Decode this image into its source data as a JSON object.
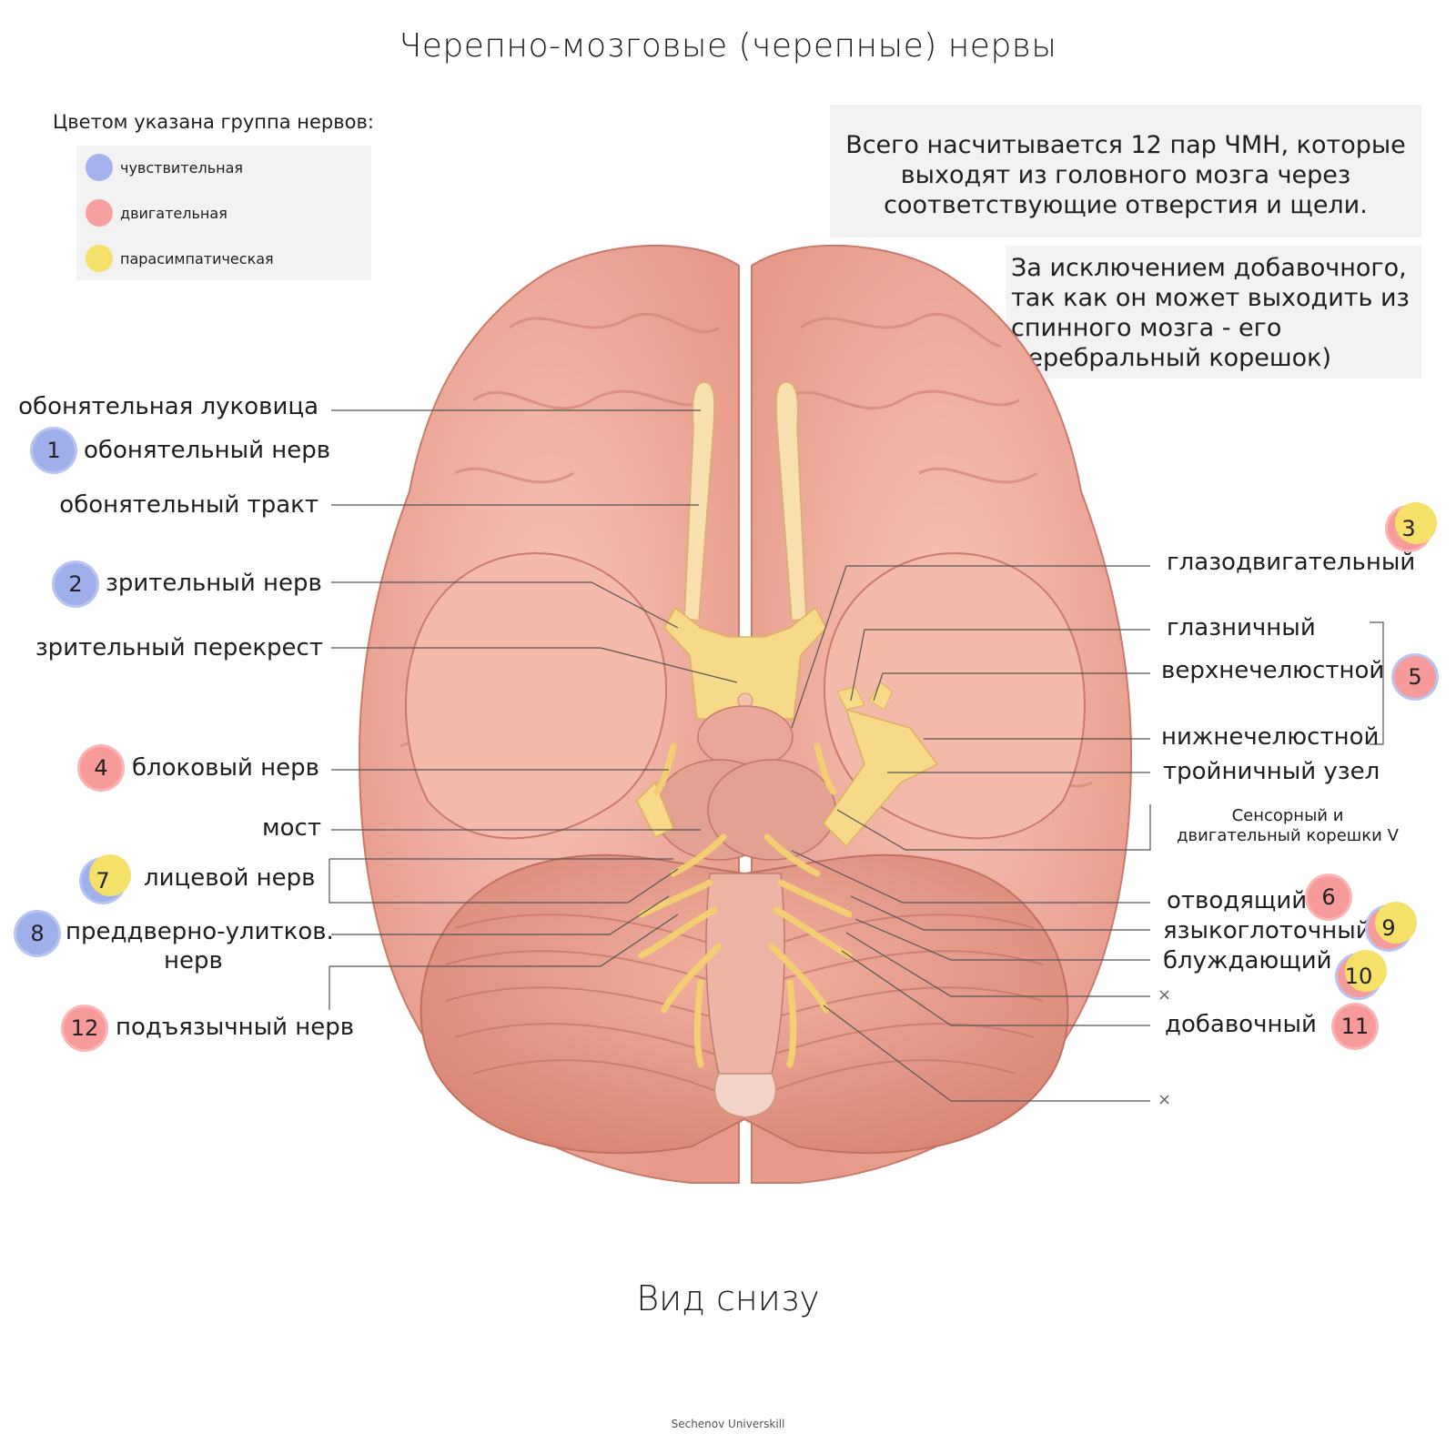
{
  "title": "Черепно-мозговые (черепные) нервы",
  "legend": {
    "heading": "Цветом указана группа нервов:",
    "items": [
      {
        "label": "чувствительная",
        "color": "#a4b3ec"
      },
      {
        "label": "двигательная",
        "color": "#f7a0a0"
      },
      {
        "label": "парасимпатическая",
        "color": "#f5e06a"
      }
    ]
  },
  "info": {
    "total": "Всего насчитывается 12 пар ЧМН, которые выходят из головного мозга через соответствующие отверстия и щели.",
    "exception": "За исключением добавочного, так как он может выходить из спинного мозга - его церебральный корешок)"
  },
  "left_labels": {
    "olfactory_bulb": "обонятельная луковица",
    "olfactory_nerve": "обонятельный нерв",
    "olfactory_tract": "обонятельный тракт",
    "optic_nerve": "зрительный нерв",
    "optic_chiasm": "зрительный перекрест",
    "trochlear": "блоковый нерв",
    "pons": "мост",
    "facial": "лицевой нерв",
    "vestibulocochlear_1": "преддверно-улитков.",
    "vestibulocochlear_2": "нерв",
    "hypoglossal": "подъязычный нерв"
  },
  "right_labels": {
    "oculomotor": "глазодвигательный",
    "ophthalmic": "глазничный",
    "maxillary": "верхнечелюстной",
    "mandibular": "нижнечелюстной",
    "trigeminal_ganglion": "тройничный узел",
    "roots_1": "Сенсорный и",
    "roots_2": "двигательный корешки V",
    "abducens": "отводящий",
    "glossopharyngeal": "языкоглоточный",
    "vagus": "блуждающий",
    "accessory": "добавочный",
    "x_mark": "×"
  },
  "badges": {
    "b1": "1",
    "b2": "2",
    "b3": "3",
    "b4": "4",
    "b5": "5",
    "b6": "6",
    "b7": "7",
    "b8": "8",
    "b9": "9",
    "b10": "10",
    "b11": "11",
    "b12": "12"
  },
  "colors": {
    "sensory": "#9fafea",
    "motor": "#f79a9a",
    "parasympathetic": "#f5e06a",
    "brain": "#f2b3a3",
    "nerve": "#f7d98a"
  },
  "caption": "Вид снизу",
  "credit": "Sechenov Universkill"
}
